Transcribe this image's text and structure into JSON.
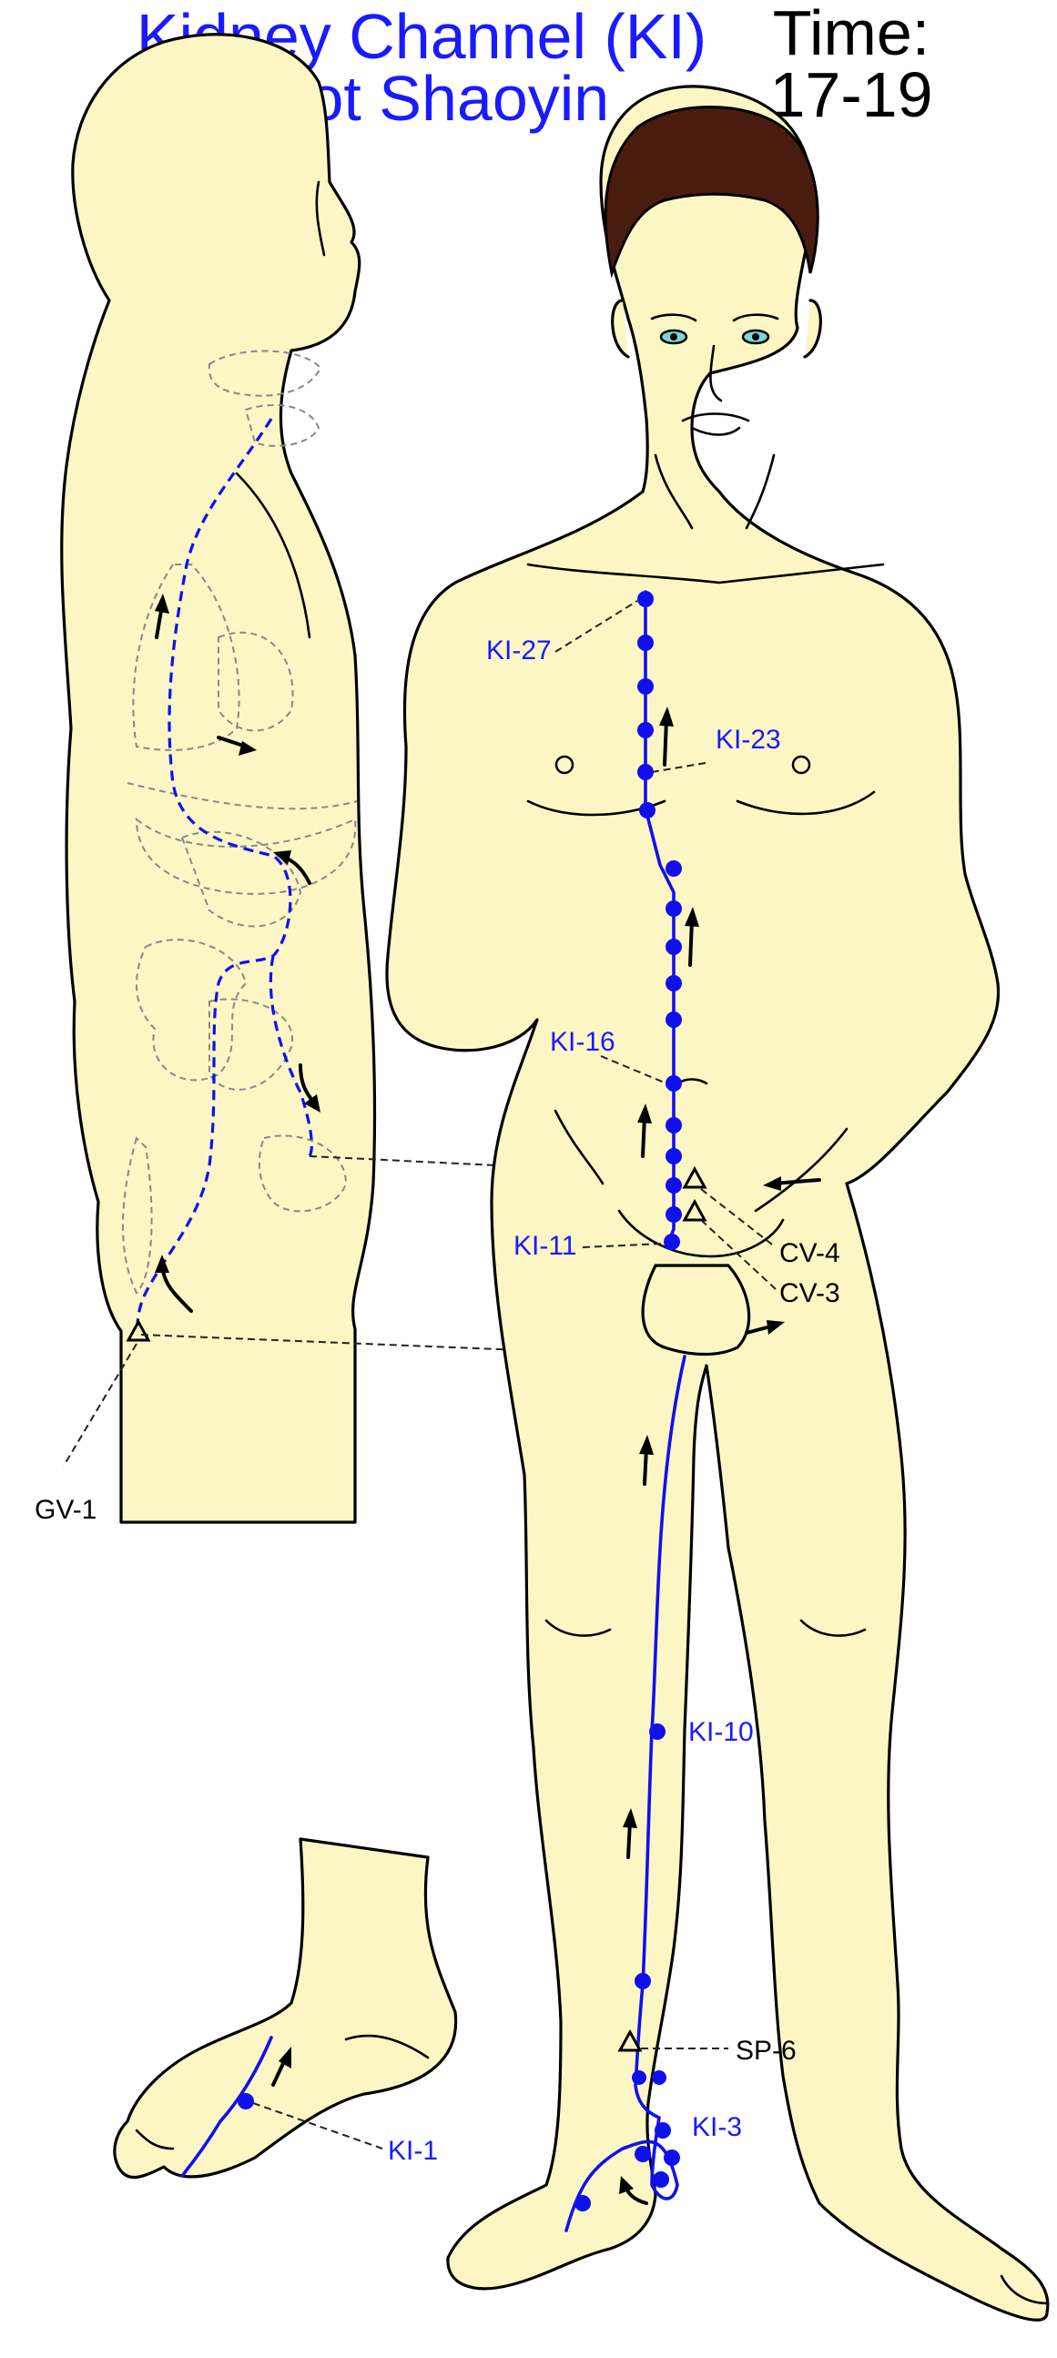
{
  "title": {
    "line1": "Kidney Channel (KI)",
    "line2": "Foot Shaoyin"
  },
  "time": {
    "label": "Time:",
    "value": "17-19"
  },
  "colors": {
    "channel": "#1010ee",
    "skin": "#fbf6c4",
    "hair": "#4a1c10",
    "label_blue": "#1a1aff",
    "label_black": "#000000"
  },
  "labels": {
    "ki27": "KI-27",
    "ki23": "KI-23",
    "ki16": "KI-16",
    "ki11": "KI-11",
    "ki10": "KI-10",
    "ki3": "KI-3",
    "ki1": "KI-1",
    "cv4": "CV-4",
    "cv3": "CV-3",
    "gv1": "GV-1",
    "sp6": "SP-6"
  }
}
